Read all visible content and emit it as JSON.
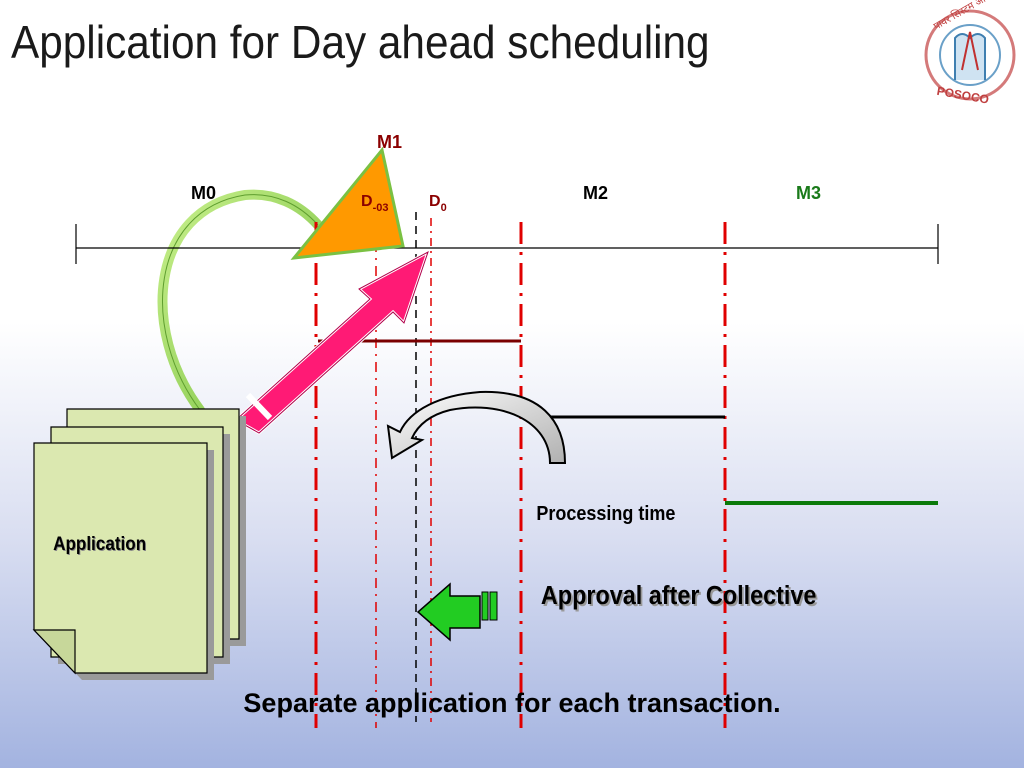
{
  "slide": {
    "title": "Application for Day ahead scheduling",
    "footer_text": "Separate application for each transaction."
  },
  "logo": {
    "top_text": "पावर सिस्टम ऑपरेशन",
    "bottom_text": "POSOCO"
  },
  "timeline": {
    "labels": {
      "m0": "M0",
      "m1": "M1",
      "m2": "M2",
      "m3": "M3",
      "d_minus": "D",
      "d_minus_sub": "-03",
      "d0": "D",
      "d0_sub": "0"
    }
  },
  "document": {
    "label": "Application"
  },
  "annotations": {
    "processing_time": "Processing time",
    "approval": "Approval after Collective"
  },
  "colors": {
    "title": "#1a1a1a",
    "m1_label": "#8b0000",
    "m3_label": "#1a7a1a",
    "d_label": "#8b0000",
    "red_dash": "#e00000",
    "orange_triangle": "#ff9900",
    "pink_arrow": "#ff1a75",
    "green_arrow": "#22cc22",
    "doc_fill": "#dbe8b0",
    "dark_red_bar": "#7a0000",
    "green_bar": "#0a7a0a"
  }
}
